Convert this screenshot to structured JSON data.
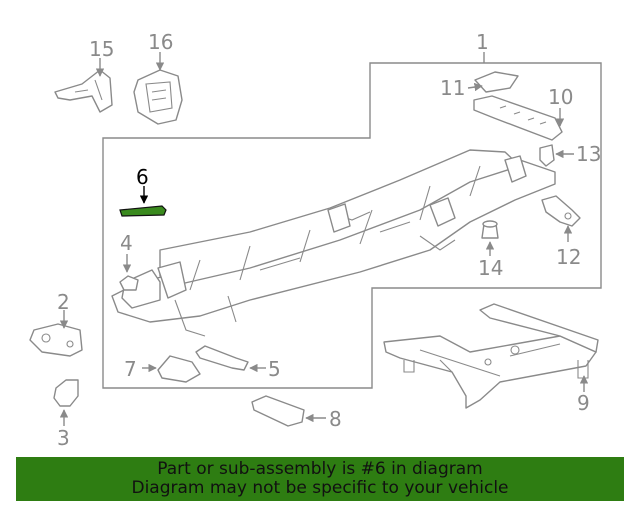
{
  "callouts": [
    {
      "id": "c1",
      "label": "1"
    },
    {
      "id": "c2",
      "label": "2"
    },
    {
      "id": "c3",
      "label": "3"
    },
    {
      "id": "c4",
      "label": "4"
    },
    {
      "id": "c5",
      "label": "5"
    },
    {
      "id": "c6",
      "label": "6",
      "highlighted": true
    },
    {
      "id": "c7",
      "label": "7"
    },
    {
      "id": "c8",
      "label": "8"
    },
    {
      "id": "c9",
      "label": "9"
    },
    {
      "id": "c10",
      "label": "10"
    },
    {
      "id": "c11",
      "label": "11"
    },
    {
      "id": "c12",
      "label": "12"
    },
    {
      "id": "c13",
      "label": "13"
    },
    {
      "id": "c14",
      "label": "14"
    },
    {
      "id": "c15",
      "label": "15"
    },
    {
      "id": "c16",
      "label": "16"
    }
  ],
  "banner": {
    "line1": "Part or sub-assembly is #6 in diagram",
    "line2": "Diagram may not be specific to your vehicle"
  },
  "colors": {
    "line": "#8a8a8a",
    "highlight_part": "#3a8a1e",
    "banner": "#2e7d12"
  }
}
